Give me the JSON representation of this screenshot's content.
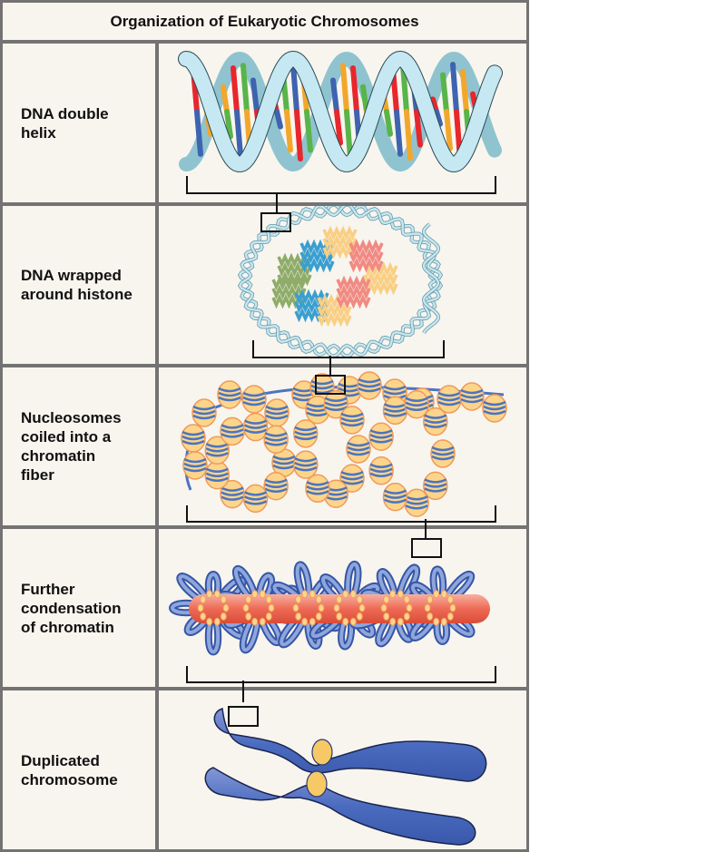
{
  "title": "Organization of Eukaryotic Chromosomes",
  "rows": [
    {
      "label": "DNA double\nhelix",
      "figure": "dna-double-helix"
    },
    {
      "label": "DNA wrapped\naround histone",
      "figure": "nucleosome"
    },
    {
      "label": "Nucleosomes\ncoiled into a\nchromatin\nfiber",
      "figure": "chromatin-fiber"
    },
    {
      "label": "Further\ncondensation\nof chromatin",
      "figure": "condensed-chromatin"
    },
    {
      "label": "Duplicated\nchromosome",
      "figure": "duplicated-chromosome"
    }
  ],
  "colors": {
    "border": "#737373",
    "cell_bg": "#f8f5ee",
    "helix_backbone": "#c5e8f2",
    "base_red": "#e8262c",
    "base_green": "#59b44a",
    "base_blue": "#3e63b0",
    "base_orange": "#f2a72c",
    "histone_green": "#8fac6a",
    "histone_blue": "#3a9fd0",
    "histone_yellow": "#f9cf84",
    "histone_red": "#f08a83",
    "nucleosome_fill": "#fcd58a",
    "nucleosome_outline": "#f09a5a",
    "chromatin_loop": "#5a7cc8",
    "scaffold": "#ee6a55",
    "chromosome": "#4a6bbf",
    "centromere": "#f7c866"
  }
}
